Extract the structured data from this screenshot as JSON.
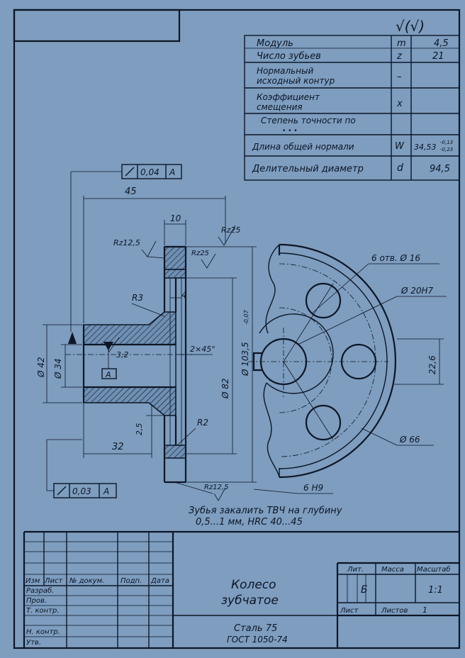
{
  "roughness_symbol": "√(√)",
  "params": {
    "rows": [
      {
        "name": "Модуль",
        "symbol": "m",
        "value": "4,5"
      },
      {
        "name": "Число зубьев",
        "symbol": "z",
        "value": "21"
      },
      {
        "name": "Нормальный исходный контур",
        "name_l1": "Нормальный",
        "name_l2": "исходный контур",
        "symbol": "–",
        "value": ""
      },
      {
        "name": "Коэффициент смещения",
        "name_l1": "Коэффициент",
        "name_l2": "смещения",
        "symbol": "x",
        "value": ""
      },
      {
        "name": "Степень точности по",
        "dots": "• • •",
        "symbol": "",
        "value": ""
      },
      {
        "name": "Длина общей нормали",
        "symbol": "W",
        "value": "34,53",
        "tol_upper": "-0,13",
        "tol_lower": "-0,23"
      },
      {
        "name": "Делительный диаметр",
        "symbol": "d",
        "value": "94,5"
      }
    ]
  },
  "drawing": {
    "runout_top_value": "0,04",
    "runout_top_base": "A",
    "runout_bottom_value": "0,03",
    "runout_bottom_base": "A",
    "dims": {
      "len_45": "45",
      "len_10": "10",
      "len_4": "4",
      "len_32": "32",
      "len_25": "2,5",
      "r3": "R3",
      "r2": "R2",
      "chamfer": "2×45°",
      "d42": "Ø 42",
      "d34": "Ø 34",
      "d82": "Ø 82",
      "d103": "Ø 103,5",
      "d103_tol": "-0,07",
      "rz125_left": "Rz12,5",
      "rz25_top": "Rz25",
      "rz25_face": "Rz25",
      "rz125_bottom": "Rz12,5",
      "bore_rough": "3,2",
      "datum": "A"
    },
    "front": {
      "holes": "6 отв. Ø 16",
      "bore_fit": "Ø 20H7",
      "keyway_depth": "22,6",
      "pcd": "Ø 66",
      "key_fit": "6 H9"
    },
    "note_line1": "Зубья закалить ТВЧ на глубину",
    "note_line2": "0,5...1 мм, HRC 40...45"
  },
  "title_block": {
    "headers": {
      "izm": "Изм",
      "list": "Лист",
      "doc": "№ докум.",
      "sign": "Подп.",
      "date": "Дата"
    },
    "roles": [
      "Разраб.",
      "Пров.",
      "Т. контр.",
      "",
      "Н. контр.",
      "Утв."
    ],
    "name_l1": "Колесо",
    "name_l2": "зубчатое",
    "material_l1": "Сталь 75",
    "material_l2": "ГОСТ 1050-74",
    "lit_label": "Лит.",
    "mass_label": "Масса",
    "scale_label": "Масштаб",
    "lit_value": "Б",
    "scale_value": "1:1",
    "sheet_label": "Лист",
    "sheets_label": "Листов",
    "sheets_value": "1"
  }
}
